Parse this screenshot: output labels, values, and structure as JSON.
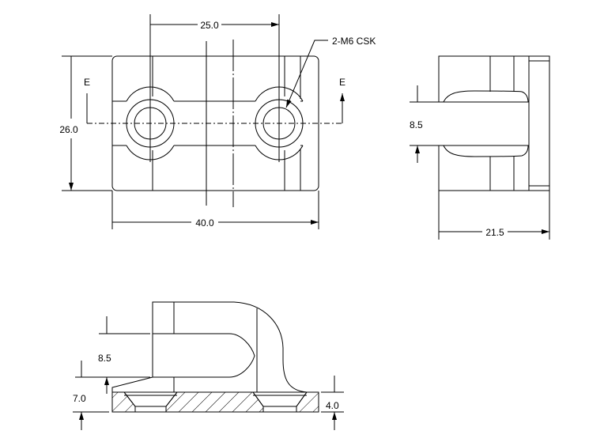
{
  "front_view": {
    "dim_hole_spacing": "25.0",
    "dim_height": "26.0",
    "dim_width": "40.0",
    "hole_callout": "2-M6 CSK",
    "section_label_left": "E",
    "section_label_right": "E"
  },
  "side_view": {
    "dim_slot": "8.5",
    "dim_depth": "21.5"
  },
  "section_view": {
    "dim_slot": "8.5",
    "dim_slot_height": "7.0",
    "dim_base_thickness": "4.0"
  },
  "colors": {
    "line": "#000000",
    "background": "#ffffff"
  }
}
